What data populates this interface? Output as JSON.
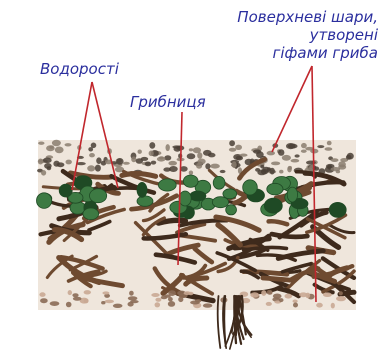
{
  "labels": {
    "algae": "Водорості",
    "hyphae": "Грибниця",
    "surface_lines": [
      "Поверхневі шари,",
      "утворені",
      "гіфами гриба"
    ]
  },
  "colors": {
    "label_text": "#2b2f9e",
    "pointer_line": "#c1272d",
    "hyphae": "#6e4a30",
    "hyphae_dark": "#3e2a1c",
    "algae": "#3d7a43",
    "algae_dark": "#1f4a25",
    "surface": "#8a7d6e"
  }
}
